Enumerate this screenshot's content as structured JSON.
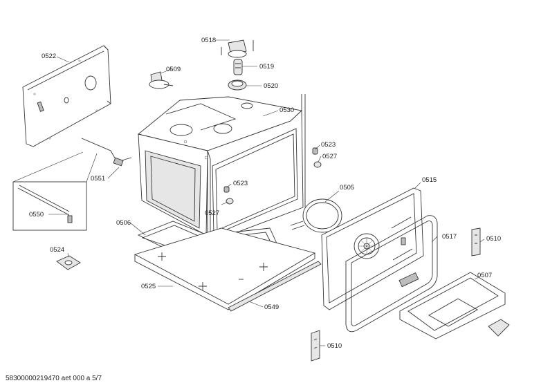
{
  "footer": {
    "doc_id": "58300000219470 aet 000 a 5/7"
  },
  "labels": {
    "p0518": "0518",
    "p0519": "0519",
    "p0520": "0520",
    "p0509": "0509",
    "p0522": "0522",
    "p0530": "0530",
    "p0523a": "0523",
    "p0527a": "0527",
    "p0523b": "0523",
    "p0527b": "0527",
    "p0551": "0551",
    "p0550": "0550",
    "p0505": "0505",
    "p0515": "0515",
    "p0506": "0506",
    "p0524": "0524",
    "p0517": "0517",
    "p0510a": "0510",
    "p0507": "0507",
    "p0525": "0525",
    "p0549": "0549",
    "p0510b": "0510"
  }
}
